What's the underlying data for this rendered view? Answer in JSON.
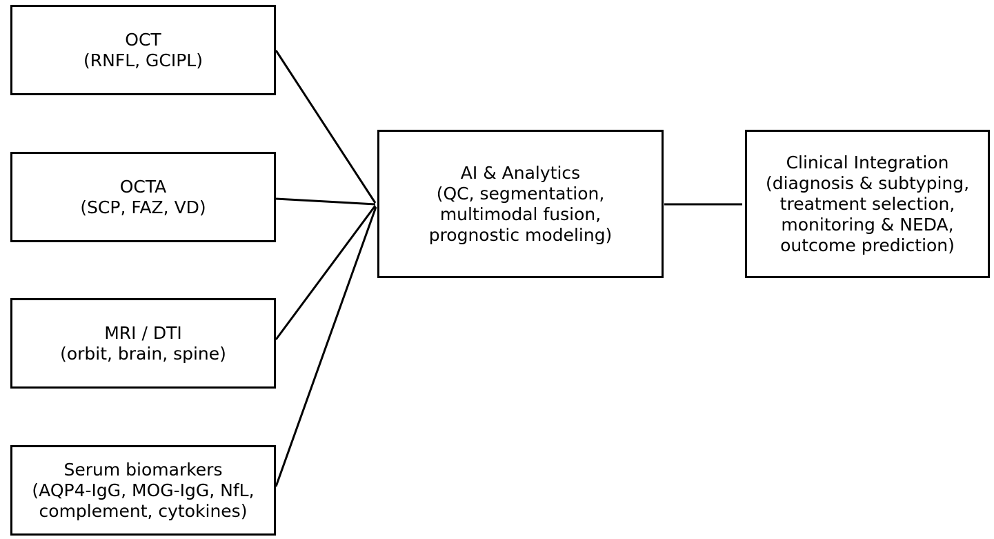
{
  "diagram": {
    "inputs": [
      {
        "id": "oct",
        "lines": [
          "OCT",
          "(RNFL, GCIPL)"
        ]
      },
      {
        "id": "octa",
        "lines": [
          "OCTA",
          "(SCP, FAZ, VD)"
        ]
      },
      {
        "id": "mri",
        "lines": [
          "MRI / DTI",
          "(orbit, brain, spine)"
        ]
      },
      {
        "id": "serum",
        "lines": [
          "Serum biomarkers",
          "(AQP4-IgG, MOG-IgG, NfL,",
          "complement, cytokines)"
        ]
      }
    ],
    "analytics": {
      "lines": [
        "AI & Analytics",
        "(QC, segmentation,",
        "multimodal fusion,",
        "prognostic modeling)"
      ]
    },
    "clinical": {
      "lines": [
        "Clinical Integration",
        "(diagnosis & subtyping,",
        "treatment selection,",
        "monitoring & NEDA,",
        "outcome prediction)"
      ]
    },
    "edges": [
      {
        "from": "oct",
        "to": "analytics"
      },
      {
        "from": "octa",
        "to": "analytics"
      },
      {
        "from": "mri",
        "to": "analytics"
      },
      {
        "from": "serum",
        "to": "analytics"
      },
      {
        "from": "analytics",
        "to": "clinical"
      }
    ]
  }
}
